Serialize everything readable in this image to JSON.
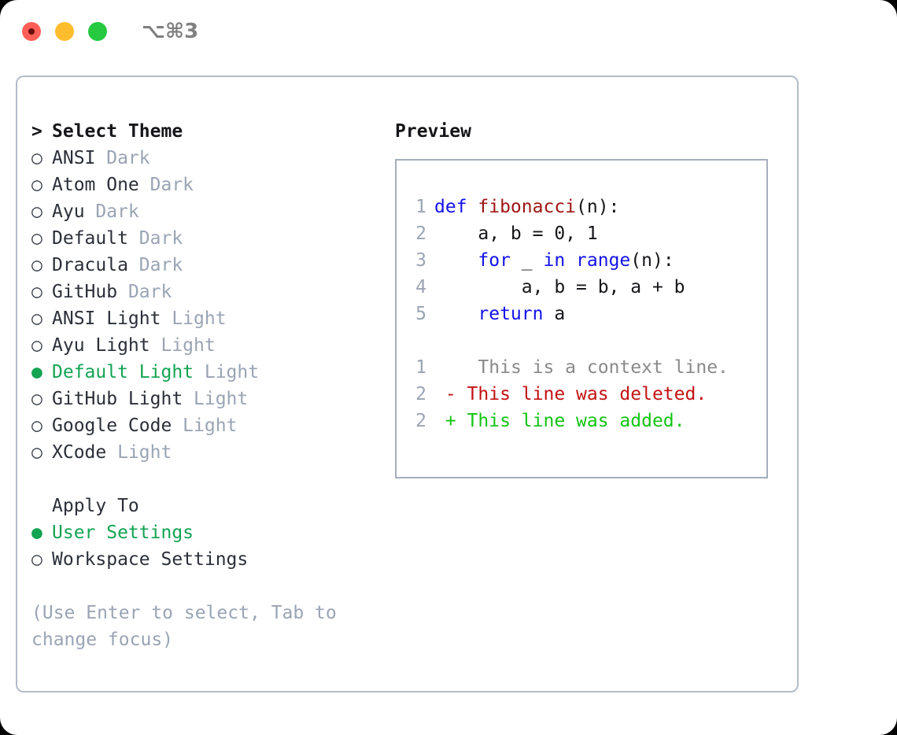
{
  "window": {
    "title": "⌥⌘3",
    "traffic_lights": [
      "close-red",
      "minimize-amber",
      "maximize-green"
    ]
  },
  "theme_panel": {
    "header_marker": ">",
    "header_label": "Select Theme",
    "marker_selected": "●",
    "marker_unselected": "○",
    "selected_theme": "Default Light",
    "items": [
      {
        "name": "ANSI",
        "suffix": "Dark",
        "selected": false
      },
      {
        "name": "Atom One",
        "suffix": "Dark",
        "selected": false
      },
      {
        "name": "Ayu",
        "suffix": "Dark",
        "selected": false
      },
      {
        "name": "Default",
        "suffix": "Dark",
        "selected": false
      },
      {
        "name": "Dracula",
        "suffix": "Dark",
        "selected": false
      },
      {
        "name": "GitHub",
        "suffix": "Dark",
        "selected": false
      },
      {
        "name": "ANSI Light",
        "suffix": "Light",
        "selected": false
      },
      {
        "name": "Ayu Light",
        "suffix": "Light",
        "selected": false
      },
      {
        "name": "Default Light",
        "suffix": "Light",
        "selected": true
      },
      {
        "name": "GitHub Light",
        "suffix": "Light",
        "selected": false
      },
      {
        "name": "Google Code",
        "suffix": "Light",
        "selected": false
      },
      {
        "name": "XCode",
        "suffix": "Light",
        "selected": false
      }
    ]
  },
  "apply_to": {
    "header_label": "Apply To",
    "selected_option": "User Settings",
    "options": [
      {
        "label": "User Settings",
        "selected": true
      },
      {
        "label": "Workspace Settings",
        "selected": false
      }
    ]
  },
  "hint": "(Use Enter to select, Tab to change focus)",
  "preview": {
    "title": "Preview",
    "code_lines": [
      {
        "num": "1",
        "tokens": [
          {
            "t": "def ",
            "c": "kw"
          },
          {
            "t": "fibonacci",
            "c": "fn"
          },
          {
            "t": "(n):",
            "c": "plain"
          }
        ]
      },
      {
        "num": "2",
        "tokens": [
          {
            "t": "    a, b = 0, 1",
            "c": "plain"
          }
        ]
      },
      {
        "num": "3",
        "tokens": [
          {
            "t": "    ",
            "c": "plain"
          },
          {
            "t": "for ",
            "c": "kw"
          },
          {
            "t": "_ ",
            "c": "plain"
          },
          {
            "t": "in ",
            "c": "kw"
          },
          {
            "t": "range",
            "c": "kw"
          },
          {
            "t": "(n):",
            "c": "plain"
          }
        ]
      },
      {
        "num": "4",
        "tokens": [
          {
            "t": "        a, b = b, a + b",
            "c": "plain"
          }
        ]
      },
      {
        "num": "5",
        "tokens": [
          {
            "t": "    ",
            "c": "plain"
          },
          {
            "t": "return ",
            "c": "kw"
          },
          {
            "t": "a",
            "c": "plain"
          }
        ]
      }
    ],
    "diff_lines": [
      {
        "num": "1",
        "marker": " ",
        "text": "  This is a context line.",
        "kind": "ctx"
      },
      {
        "num": "2",
        "marker": "-",
        "text": " This line was deleted.",
        "kind": "del"
      },
      {
        "num": "2",
        "marker": "+",
        "text": " This line was added.",
        "kind": "add"
      }
    ]
  },
  "colors": {
    "accent_green": "#13a452",
    "muted_gray": "#9aa4b4",
    "text_dark": "#2b2f38",
    "keyword_blue": "#1212e8",
    "function_red": "#a01515",
    "diff_deleted": "#c31313",
    "diff_added": "#14c414",
    "border": "#b3bcc9"
  }
}
